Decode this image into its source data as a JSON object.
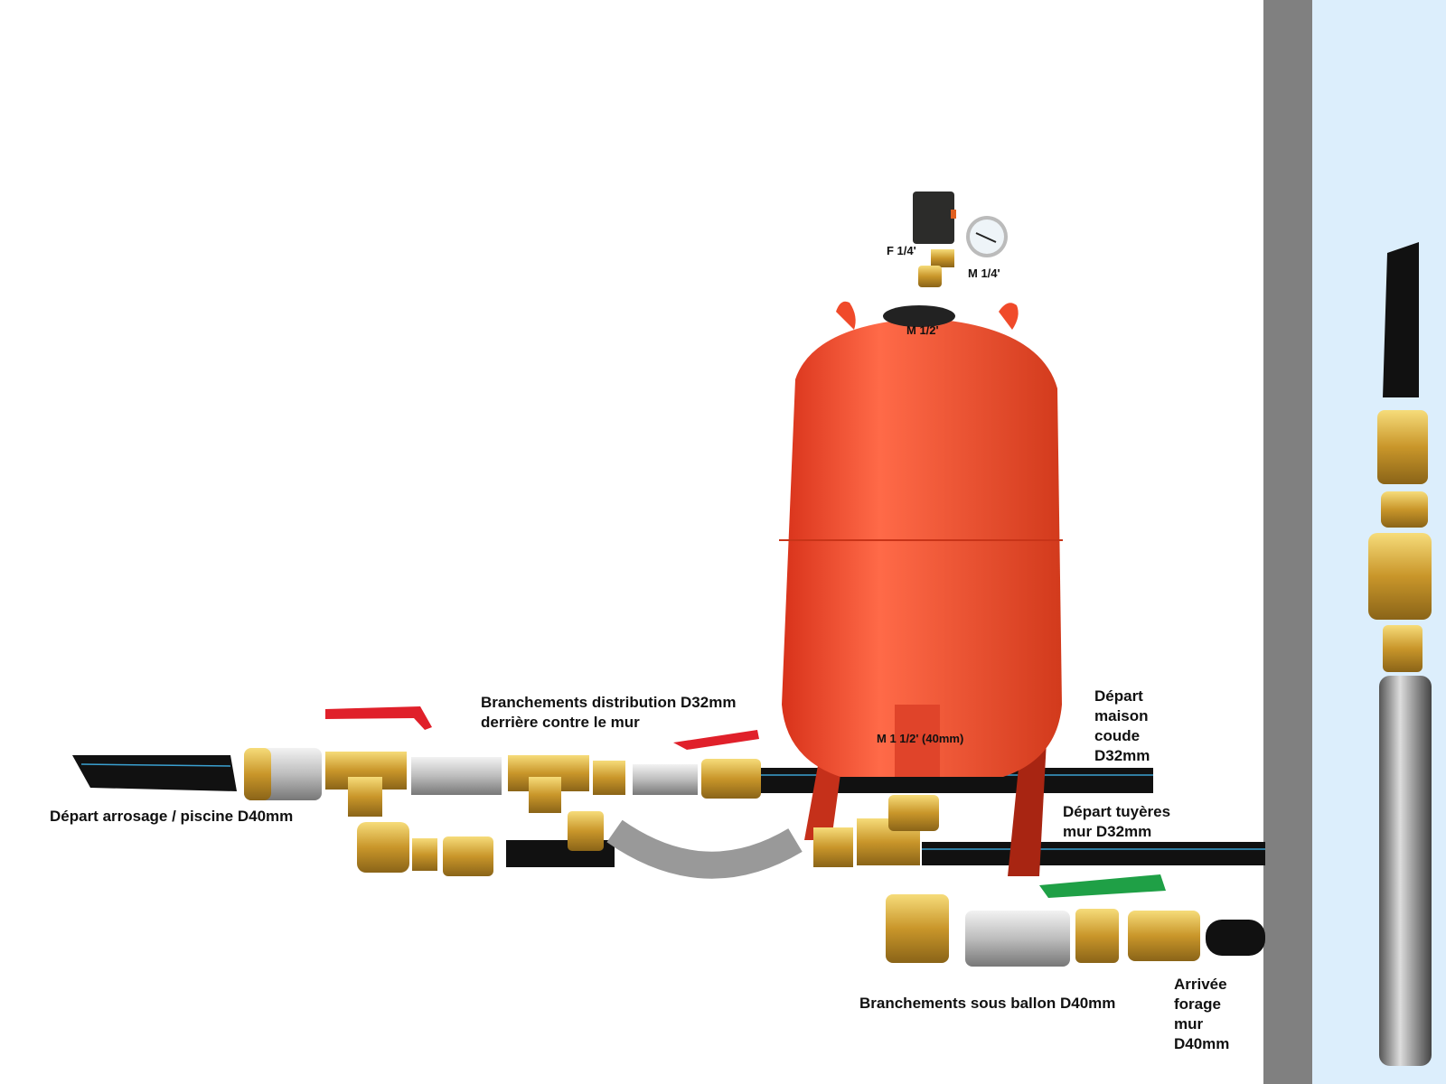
{
  "labels": {
    "pressure_switch_thread": "F 1/4'",
    "gauge_thread": "M 1/4'",
    "tank_top_thread": "M 1/2'",
    "tank_bottom_thread": "M 1 1/2' (40mm)",
    "distribution": [
      "Branchements distribution D32mm",
      "derrière contre le mur"
    ],
    "garden_pool": "Départ arrosage / piscine D40mm",
    "house": [
      "Départ",
      "maison",
      "coude",
      "D32mm"
    ],
    "nozzles": [
      "Départ tuyères",
      "mur D32mm"
    ],
    "under_tank": "Branchements sous ballon D40mm",
    "borehole": [
      "Arrivée",
      "forage",
      "mur",
      "D40mm"
    ]
  },
  "colors": {
    "tank": "#f04a2a",
    "brass": "#d4a93a",
    "pipe": "#111111",
    "wall": "#808080",
    "panel": "#dceefc",
    "valve_red": "#e0202a",
    "valve_green": "#1fa046"
  }
}
